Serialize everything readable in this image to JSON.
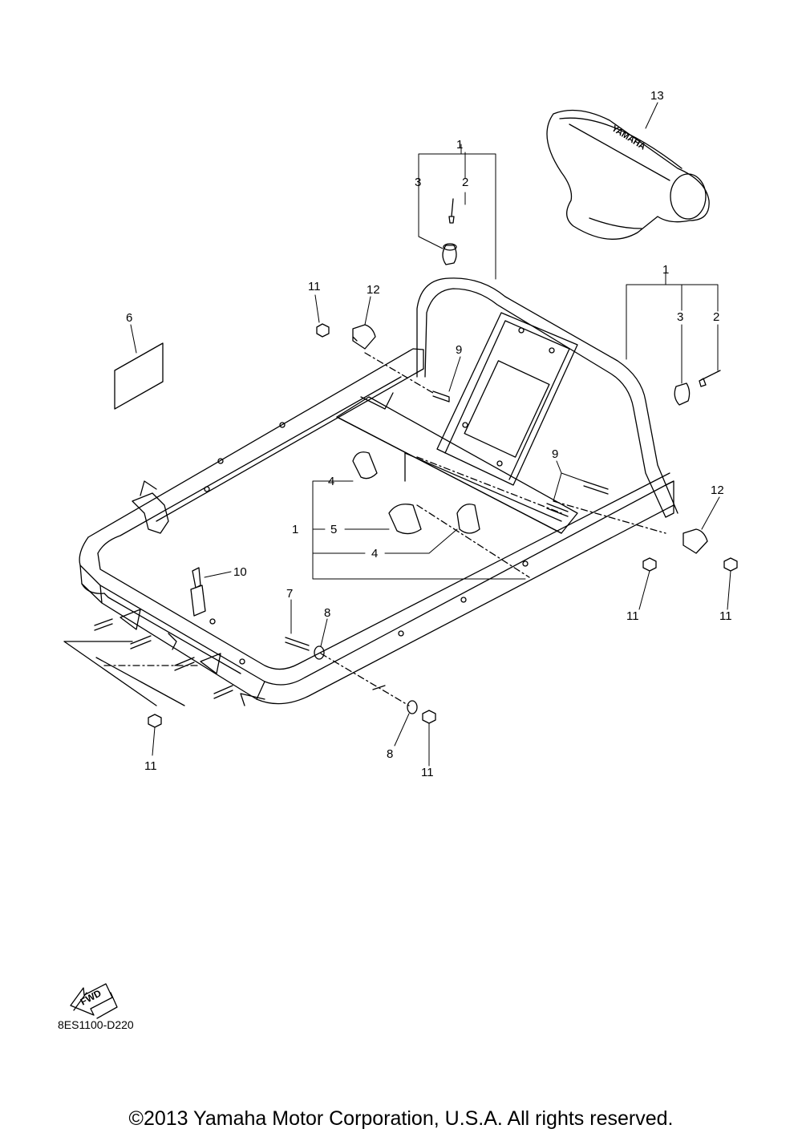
{
  "diagram": {
    "callouts": [
      "1",
      "2",
      "3",
      "13",
      "1",
      "3",
      "2",
      "11",
      "12",
      "6",
      "9",
      "9",
      "4",
      "12",
      "1",
      "5",
      "4",
      "10",
      "11",
      "11",
      "7",
      "8",
      "11",
      "8",
      "11"
    ],
    "part_code": "8ES1100-D220",
    "fwd_label": "FWD",
    "cover_brand": "YAMAHA"
  },
  "footer": {
    "copyright": "©2013 Yamaha Motor Corporation, U.S.A. All rights reserved."
  }
}
